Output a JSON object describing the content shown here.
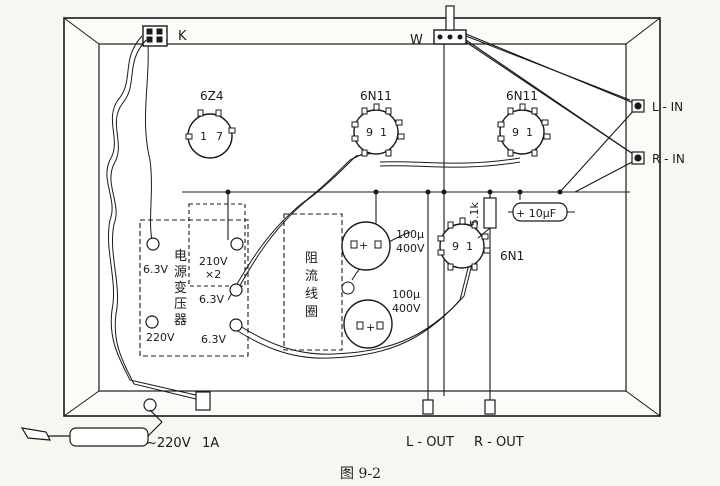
{
  "figure": {
    "caption": "图  9-2"
  },
  "labels": {
    "switch_k": "K",
    "pot_w": "W",
    "tube_6z4": "6Z4",
    "tube_6n11_left": "6N11",
    "tube_6n11_right": "6N11",
    "tube_6n1": "6N1",
    "pin_1": "1",
    "pin_7": "7",
    "pin_9": "9",
    "input_left": "L - IN",
    "input_right": "R - IN",
    "output_left": "L - OUT",
    "output_right": "R - OUT",
    "mains": "~220V",
    "fuse": "1A",
    "transformer_chars": [
      "电",
      "源",
      "变",
      "压",
      "器"
    ],
    "choke_chars": [
      "阻",
      "流",
      "线",
      "圈"
    ],
    "winding_6_3v_left": "6.3V",
    "winding_220v": "220V",
    "winding_210v": "210V",
    "winding_x2": "×2",
    "winding_6_3v_mid": "6.3V",
    "winding_6_3v_bottom": "6.3V",
    "cap_top_value": "100μ",
    "cap_top_voltage": "400V",
    "cap_bottom_value": "100μ",
    "cap_bottom_voltage": "400V",
    "resistor": "5.1k",
    "cap_small": "+ 10μF",
    "plus": "+"
  },
  "colors": {
    "ink": "#1a1a1a",
    "paper": "#f7f6f1",
    "chassis": "#ffffff"
  }
}
